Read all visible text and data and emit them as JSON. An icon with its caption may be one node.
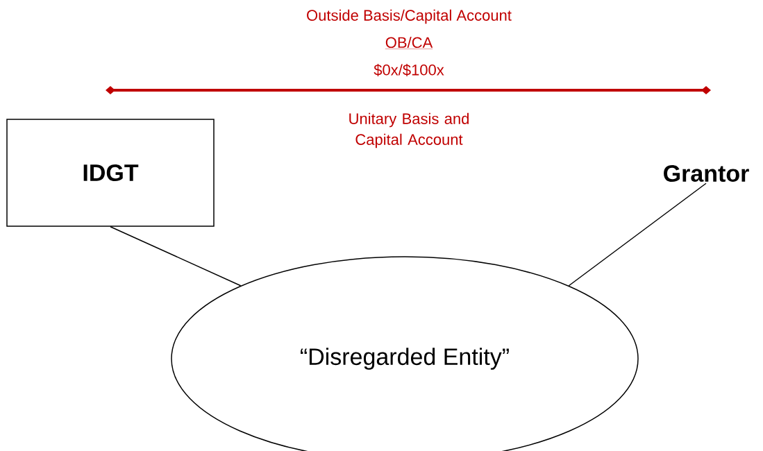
{
  "diagram": {
    "nodes": [
      {
        "text": [
          "IDGT"
        ]
      },
      {
        "text": [
          "Grantor"
        ]
      },
      {
        "text": [
          "“Disregarded Entity”"
        ]
      }
    ],
    "edges": [
      {
        "from": 0,
        "to": 2,
        "arrow": "none"
      },
      {
        "from": 1,
        "to": 2,
        "arrow": "none"
      }
    ],
    "labels": [
      "Outside Basis/Capital Account",
      "OB/CA",
      "$0x/$100x",
      "Unitary Basis and Capital Account"
    ]
  }
}
